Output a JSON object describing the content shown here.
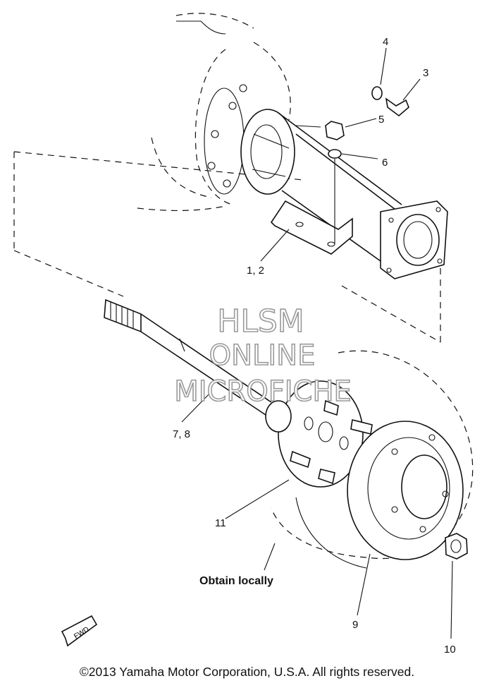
{
  "diagram": {
    "callouts": {
      "c1_2": "1, 2",
      "c3": "3",
      "c4": "4",
      "c5": "5",
      "c6": "6",
      "c7_8": "7, 8",
      "c9": "9",
      "c10": "10",
      "c11": "11"
    },
    "note": "Obtain locally",
    "fwd_label": "FWD",
    "watermark": [
      "HLSM",
      "ONLINE",
      "MICROFICHE"
    ]
  },
  "footer": {
    "copyright": "©2013 Yamaha Motor Corporation, U.S.A. All rights reserved."
  }
}
